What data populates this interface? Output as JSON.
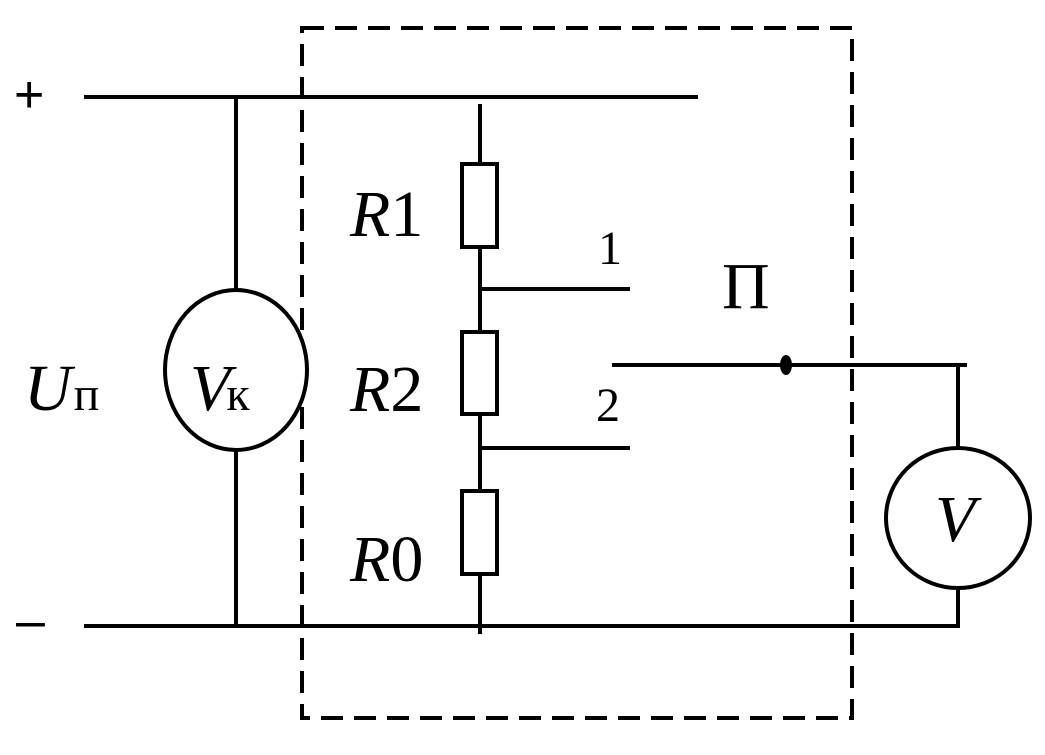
{
  "terminals": {
    "plus": "+",
    "minus": "–"
  },
  "supply": {
    "symbol": "U",
    "subscript": "п"
  },
  "control_meter": {
    "symbol": "V",
    "subscript": "к"
  },
  "resistors": [
    {
      "letter": "R",
      "index": "1"
    },
    {
      "letter": "R",
      "index": "2"
    },
    {
      "letter": "R",
      "index": "0"
    }
  ],
  "switch": {
    "label": "П",
    "positions": [
      "1",
      "2"
    ]
  },
  "output_meter": {
    "symbol": "V"
  }
}
